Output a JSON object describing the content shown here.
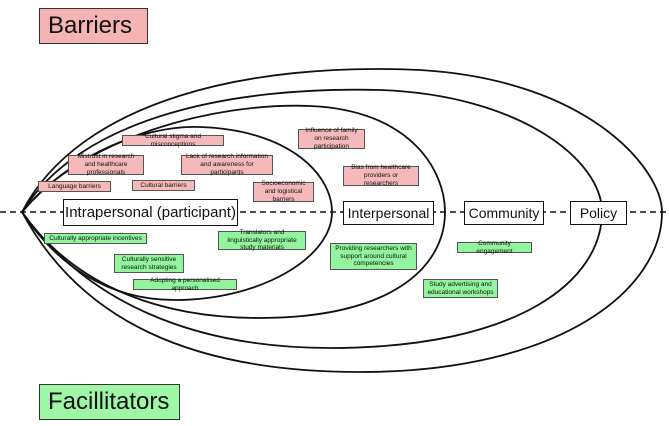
{
  "titles": {
    "barriers": "Barriers",
    "facilitators": "Facillitators"
  },
  "levels": {
    "intrapersonal": "Intrapersonal (participant)",
    "interpersonal": "Interpersonal",
    "community": "Community",
    "policy": "Policy"
  },
  "barriers": {
    "cultural_stigma": "Cultural stigma and misconceptions",
    "mistrust": "Mistrust in research and healthcare professionals",
    "lack_information": "Lack of research information and awareness for participants",
    "language": "Language barriers",
    "cultural": "Cultural barriers",
    "socioeconomic": "Socioeconomic and logistical barriers",
    "family_influence": "Influence of family on research participation",
    "provider_bias": "Bias from healthcare providers or researchers"
  },
  "facilitators": {
    "incentives": "Culturally appropriate incentives",
    "translators": "Translators and linguistically appropriate study materials",
    "sensitive_strategies": "Culturally sensitive research strategies",
    "personalised": "Adopting a personalised approach",
    "researcher_support": "Providing researchers with support around cultural competencies",
    "community_engagement": "Community engagement",
    "study_advertising": "Study advertising and educational workshops"
  }
}
